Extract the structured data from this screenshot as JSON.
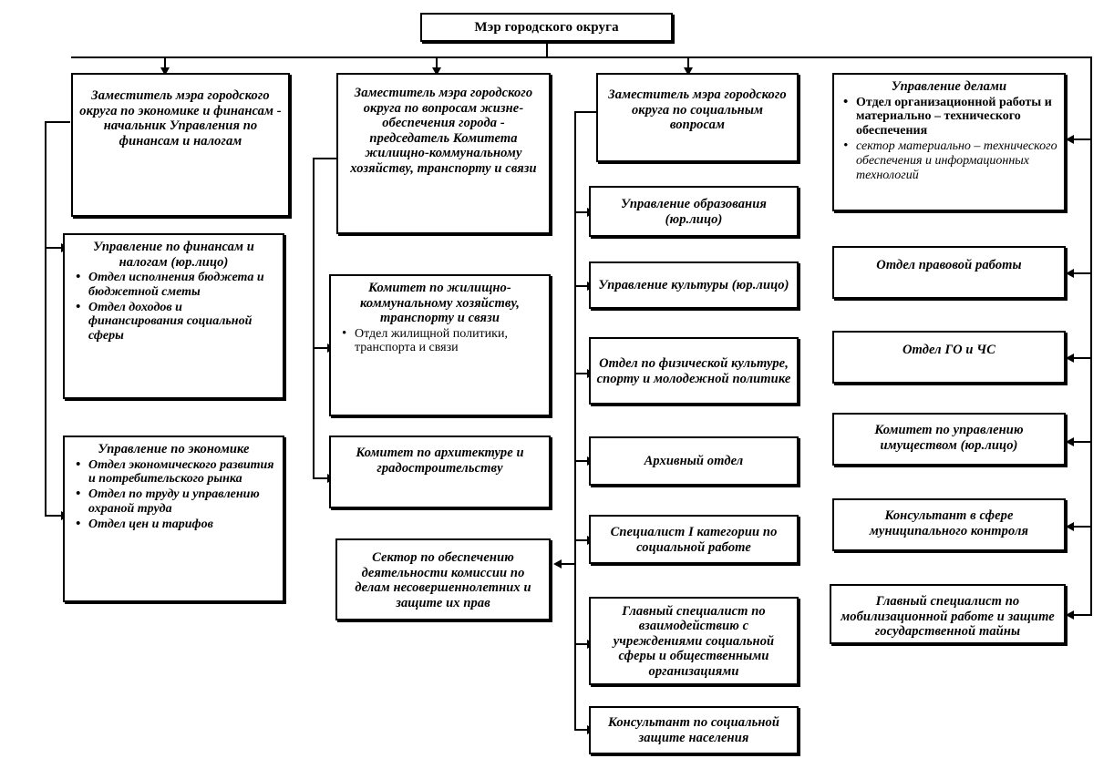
{
  "diagram": {
    "type": "org-chart",
    "root": {
      "label": "Мэр городского округа"
    },
    "columns": [
      {
        "name": "economics-finance",
        "boxes": [
          {
            "title": "Заместитель мэра городского округа по экономике и финансам - начальник Управления по финансам и налогам",
            "items": []
          },
          {
            "title": "Управление по финансам и налогам (юр.лицо)",
            "items": [
              "Отдел исполнения бюджета и бюджетной сметы",
              "Отдел доходов и финансирования социальной сферы"
            ]
          },
          {
            "title": "Управление по экономике",
            "items": [
              "Отдел экономического развития и потребительского рынка",
              "Отдел по труду и управлению охраной труда",
              "Отдел цен и  тарифов"
            ]
          }
        ]
      },
      {
        "name": "life-support",
        "boxes": [
          {
            "title": "Заместитель мэра городского округа по вопросам жизне-обеспечения города - председатель Комитета жилищно-коммунальному хозяйству, транспорту и связи",
            "items": []
          },
          {
            "title": "Комитет по жилищно-коммунальному хозяйству, транспорту и связи",
            "items": [
              "Отдел жилищной политики, транспорта и связи"
            ]
          },
          {
            "title": "Комитет по архитектуре и градостроительству",
            "items": []
          },
          {
            "title": "Сектор по обеспечению деятельности комиссии по делам несовершеннолетних и защите их прав",
            "items": []
          }
        ]
      },
      {
        "name": "social-affairs",
        "boxes": [
          {
            "title": "Заместитель мэра городского округа по социальным вопросам",
            "items": []
          },
          {
            "title": "Управление образования (юр.лицо)",
            "items": []
          },
          {
            "title": "Управление культуры (юр.лицо)",
            "items": []
          },
          {
            "title": "Отдел по физической культуре, спорту и молодежной политике",
            "items": []
          },
          {
            "title": "Архивный отдел",
            "items": []
          },
          {
            "title": "Специалист I категории по социальной работе",
            "items": []
          },
          {
            "title": "Главный специалист по взаимодействию с учреждениями социальной сферы и общественными организациями",
            "items": []
          },
          {
            "title": "Консультант по социальной защите населения",
            "items": []
          }
        ]
      },
      {
        "name": "administration",
        "boxes": [
          {
            "title": "Управление делами",
            "items": [
              "Отдел организационной работы и материально – технического  обеспечения",
              "сектор материально – технического обеспечения и информационных технологий"
            ]
          },
          {
            "title": "Отдел правовой работы",
            "items": []
          },
          {
            "title": "Отдел ГО и ЧС",
            "items": []
          },
          {
            "title": "Комитет по управлению имуществом  (юр.лицо)",
            "items": []
          },
          {
            "title": "Консультант в сфере муниципального контроля",
            "items": []
          },
          {
            "title": "Главный специалист по мобилизационной работе и защите государственной тайны",
            "items": []
          }
        ]
      }
    ]
  },
  "colors": {
    "line": "#000000",
    "box_border": "#000000",
    "background": "#ffffff",
    "text": "#000000"
  }
}
